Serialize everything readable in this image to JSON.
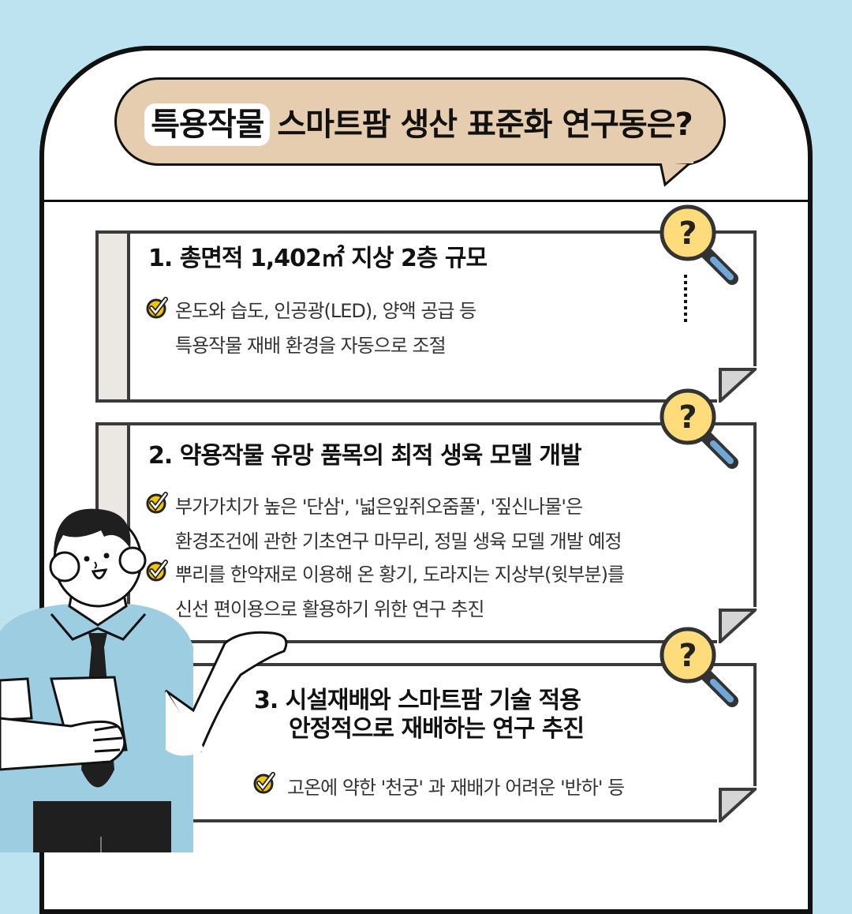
{
  "header": {
    "title_highlight": "특용작물",
    "title_rest": " 스마트팜 생산 표준화 연구동은?"
  },
  "sections": [
    {
      "heading": "1. 총면적 1,402㎡ 지상 2층 규모",
      "bullets": [
        {
          "lines": [
            "온도와 습도, 인공광(LED), 양액 공급 등",
            "특용작물 재배 환경을 자동으로 조절"
          ]
        }
      ]
    },
    {
      "heading": "2. 약용작물 유망 품목의  최적 생육 모델 개발",
      "bullets": [
        {
          "lines": [
            "부가가치가 높은 '단삼', '넓은잎쥐오줌풀',  '짚신나물'은",
            "환경조건에 관한 기초연구 마무리, 정밀 생육 모델 개발 예정"
          ]
        },
        {
          "lines": [
            "뿌리를 한약재로 이용해 온 황기, 도라지는 지상부(윗부분)를",
            "신선 편이용으로 활용하기 위한 연구 추진"
          ]
        }
      ]
    },
    {
      "heading_lines": [
        "3. 시설재배와 스마트팜 기술 적용",
        "안정적으로 재배하는 연구 추진"
      ],
      "bullets": [
        {
          "lines": [
            "고온에 약한 '천궁' 과 재배가 어려운 '반하' 등"
          ]
        }
      ]
    }
  ],
  "icons": {
    "magnifier": "magnifying-glass-question-icon",
    "check": "check-badge-icon"
  },
  "colors": {
    "background": "#bde3f1",
    "bubble": "#e6cdb0",
    "card_border": "#3a3a3a",
    "spine": "#ebe7e3",
    "magnifier_lens": "#fedc7b",
    "magnifier_handle": "#6fa7d8",
    "shirt": "#9ccde1",
    "check_yellow": "#f6c500"
  }
}
